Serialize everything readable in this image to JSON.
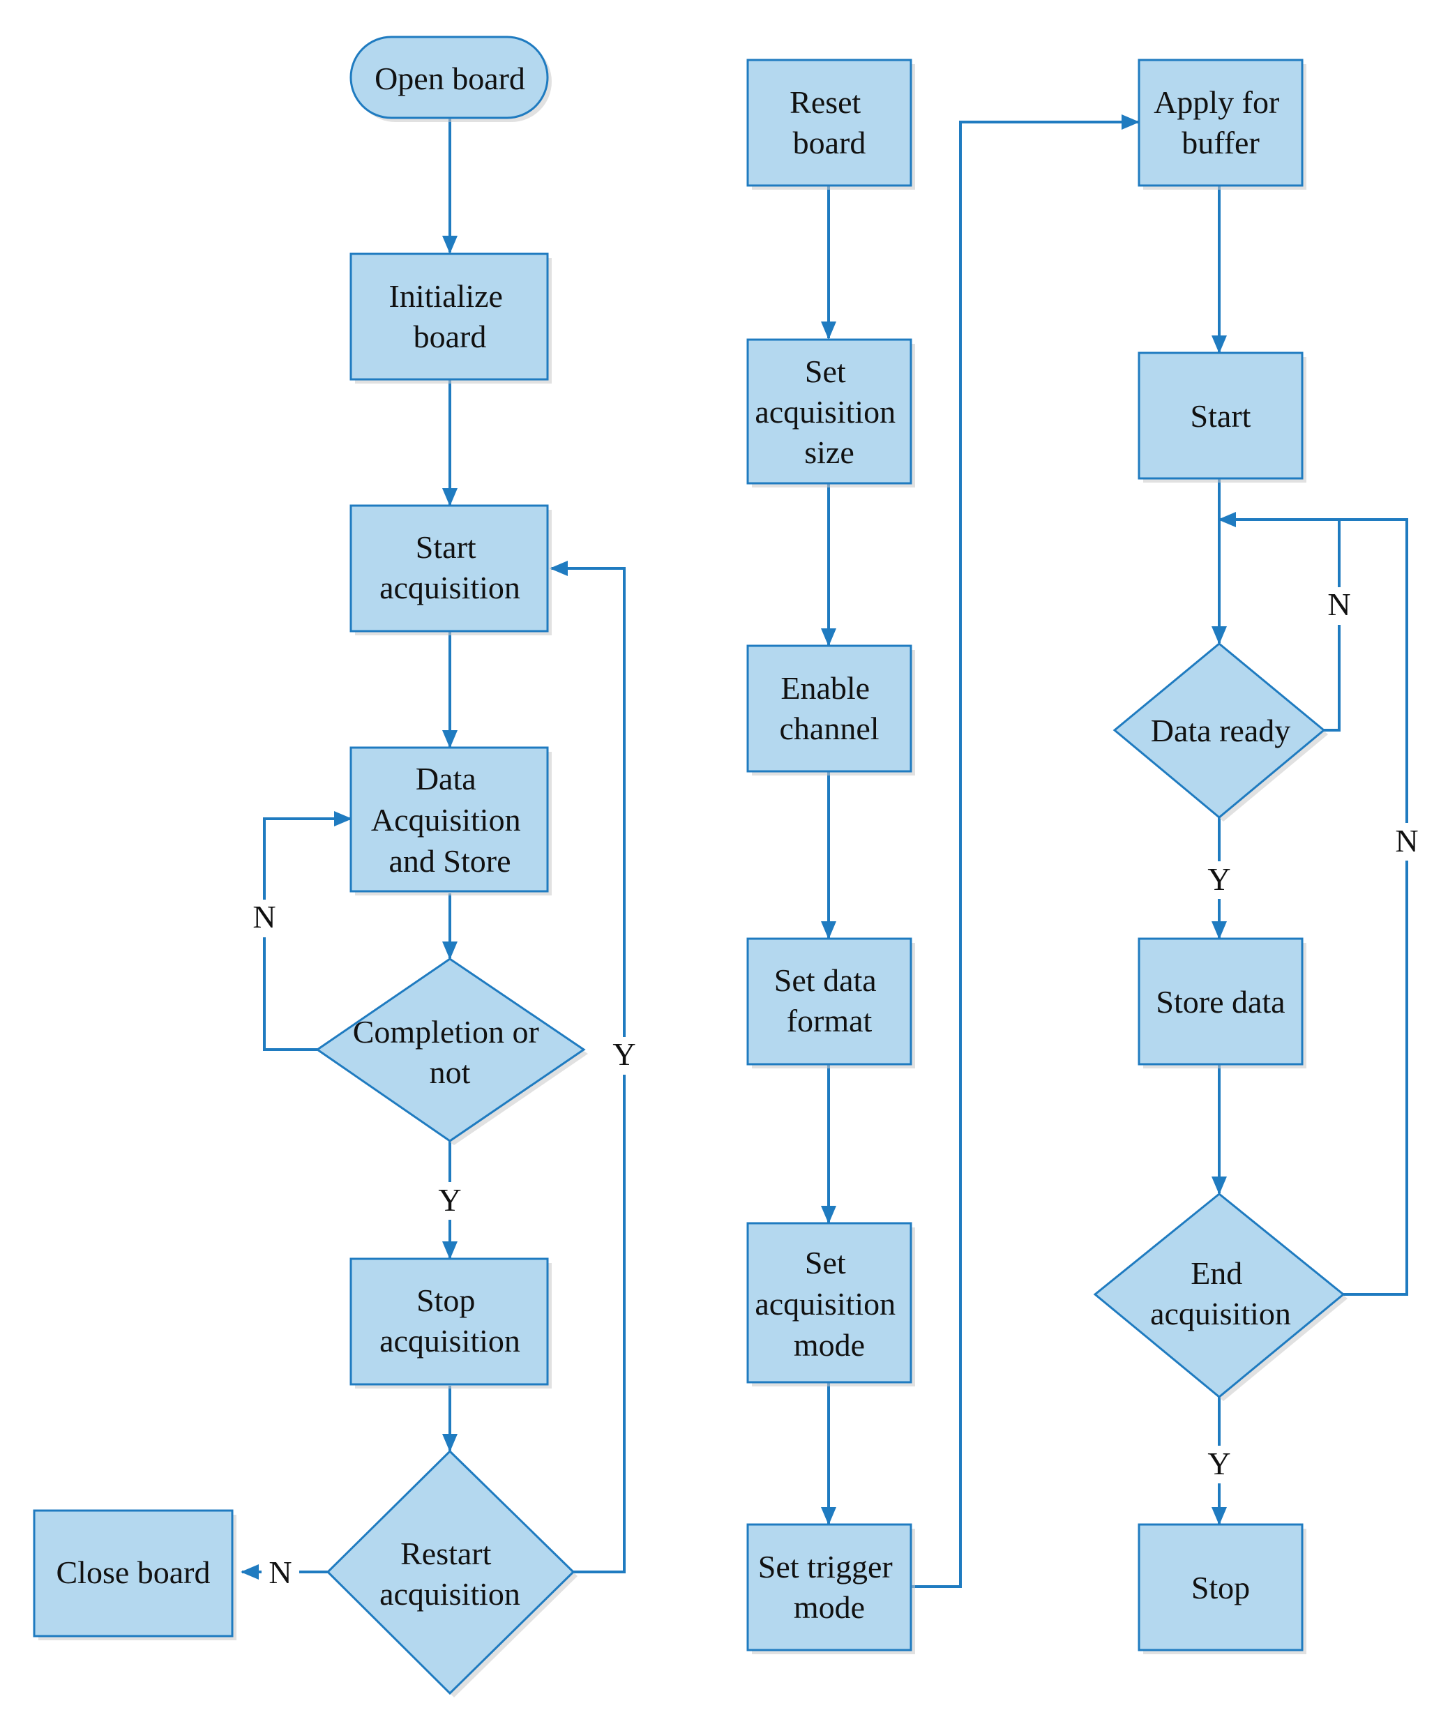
{
  "nodes": {
    "open_board": "Open board",
    "initialize_board": [
      "Initialize",
      "board"
    ],
    "start_acquisition": [
      "Start",
      "acquisition"
    ],
    "data_acquisition_store": [
      "Data",
      "Acquisition",
      "and Store"
    ],
    "completion_or_not": [
      "Completion or",
      "not"
    ],
    "stop_acquisition": [
      "Stop",
      "acquisition"
    ],
    "restart_acquisition": [
      "Restart",
      "acquisition"
    ],
    "close_board": "Close board",
    "reset_board": [
      "Reset",
      "board"
    ],
    "set_acquisition_size": [
      "Set",
      "acquisition",
      "size"
    ],
    "enable_channel": [
      "Enable",
      "channel"
    ],
    "set_data_format": [
      "Set data",
      "format"
    ],
    "set_acquisition_mode": [
      "Set",
      "acquisition",
      "mode"
    ],
    "set_trigger_mode": [
      "Set trigger",
      "mode"
    ],
    "apply_for_buffer": [
      "Apply for",
      "buffer"
    ],
    "start": "Start",
    "data_ready": "Data ready",
    "store_data": "Store data",
    "end_acquisition": [
      "End",
      "acquisition"
    ],
    "stop": "Stop"
  },
  "edge_labels": {
    "completion_no": "N",
    "completion_yes": "Y",
    "restart_yes": "Y",
    "restart_no": "N",
    "data_ready_no": "N",
    "data_ready_yes": "Y",
    "end_no": "N",
    "end_yes": "Y"
  },
  "colors": {
    "fill": "#b4d8ef",
    "stroke": "#1f7bc0",
    "text": "#111111"
  }
}
